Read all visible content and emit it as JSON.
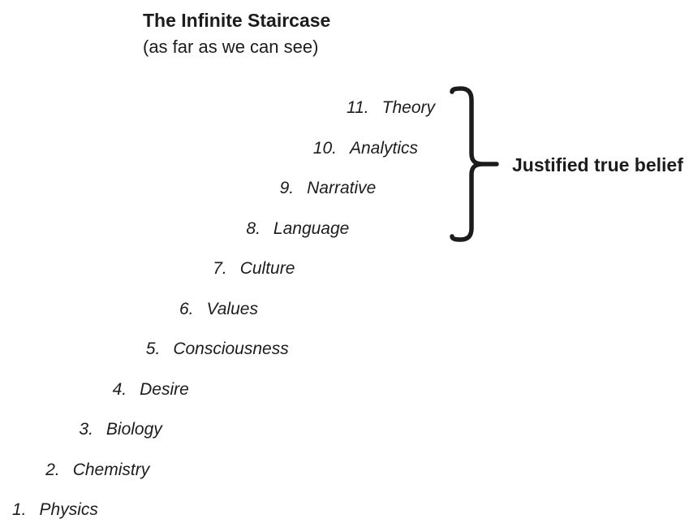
{
  "title": {
    "line1": "The Infinite Staircase",
    "line2": "(as far as we can see)"
  },
  "staircase": {
    "items": [
      {
        "number": "11.",
        "label": "Theory"
      },
      {
        "number": "10.",
        "label": "Analytics"
      },
      {
        "number": "9.",
        "label": "Narrative"
      },
      {
        "number": "8.",
        "label": "Language"
      },
      {
        "number": "7.",
        "label": "Culture"
      },
      {
        "number": "6.",
        "label": "Values"
      },
      {
        "number": "5.",
        "label": "Consciousness"
      },
      {
        "number": "4.",
        "label": "Desire"
      },
      {
        "number": "3.",
        "label": "Biology"
      },
      {
        "number": "2.",
        "label": "Chemistry"
      },
      {
        "number": "1.",
        "label": "Physics"
      }
    ]
  },
  "bracket": {
    "label": "Justified true belief"
  },
  "colors": {
    "text": "#1c1c1c",
    "background": "#ffffff"
  }
}
